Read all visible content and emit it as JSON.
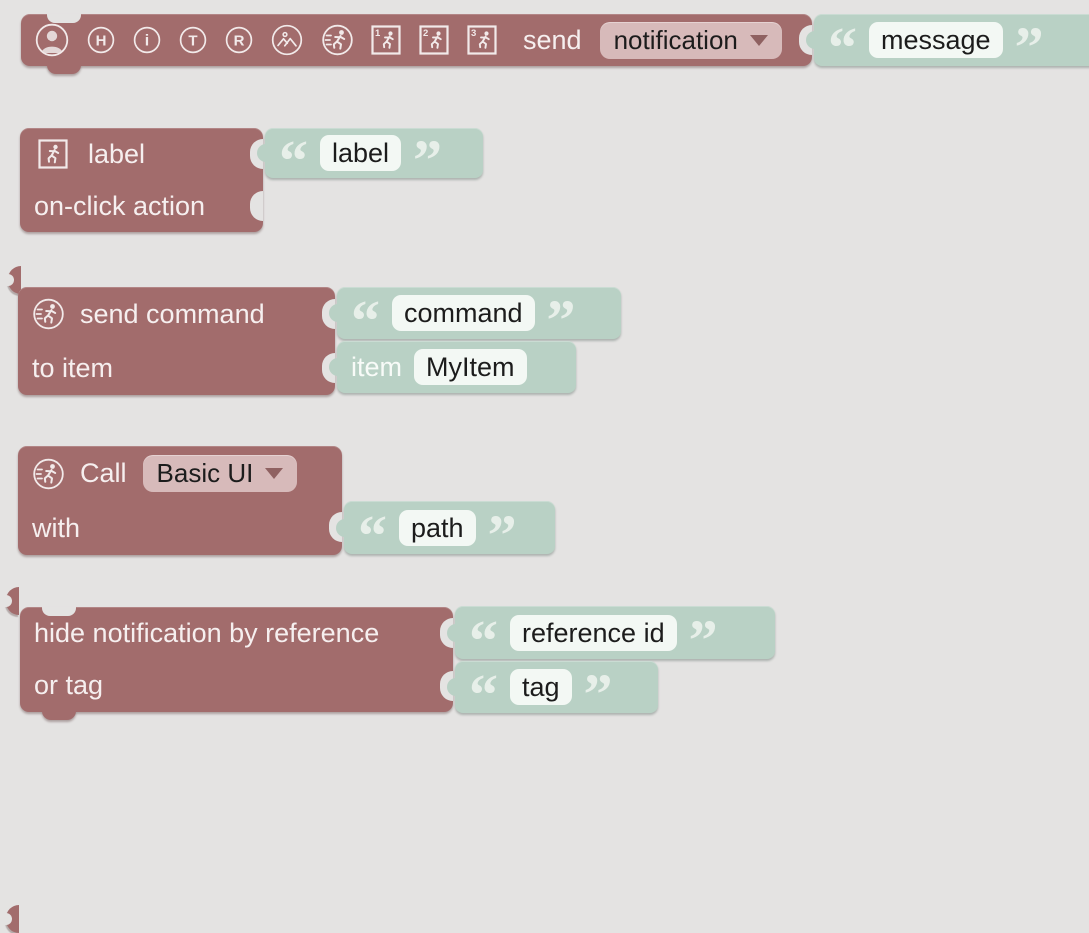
{
  "canvas": {
    "background": "#e4e3e2"
  },
  "colors": {
    "block_fill": "#a26c6c",
    "block_text": "#f6efef",
    "dropdown_fill": "#d7baba",
    "dropdown_text": "#1c1c1c",
    "string_block_fill": "#b9d1c5",
    "field_fill": "#f3f8f4",
    "field_text": "#1c1c1c",
    "quote_glyph": "#e7efe9"
  },
  "glyphs": {
    "open_quote": "“",
    "close_quote": "”"
  },
  "blocks": {
    "send_notification": {
      "icons": [
        "person-badge-icon",
        "letter-h-icon",
        "info-icon",
        "letter-t-icon",
        "letter-r-icon",
        "photo-icon",
        "run-icon",
        "run-1-icon",
        "run-2-icon",
        "run-3-icon"
      ],
      "icon_badges": {
        "run1": "1",
        "run2": "2",
        "run3": "3",
        "h": "H",
        "i": "i",
        "t": "T",
        "r": "R"
      },
      "send_label": "send",
      "type_value": "notification",
      "message_value": "message"
    },
    "label_action": {
      "title_label": "label",
      "label_value": "label",
      "onclick_label": "on-click action"
    },
    "send_command": {
      "title_label": "send command",
      "command_value": "command",
      "to_item_label": "to item",
      "item_label": "item",
      "item_value": "MyItem"
    },
    "call_ui": {
      "call_label": "Call",
      "ui_value": "Basic UI",
      "with_label": "with",
      "path_value": "path"
    },
    "hide_notification": {
      "title_label": "hide notification by reference",
      "reference_value": "reference id",
      "or_tag_label": "or tag",
      "tag_value": "tag"
    }
  }
}
